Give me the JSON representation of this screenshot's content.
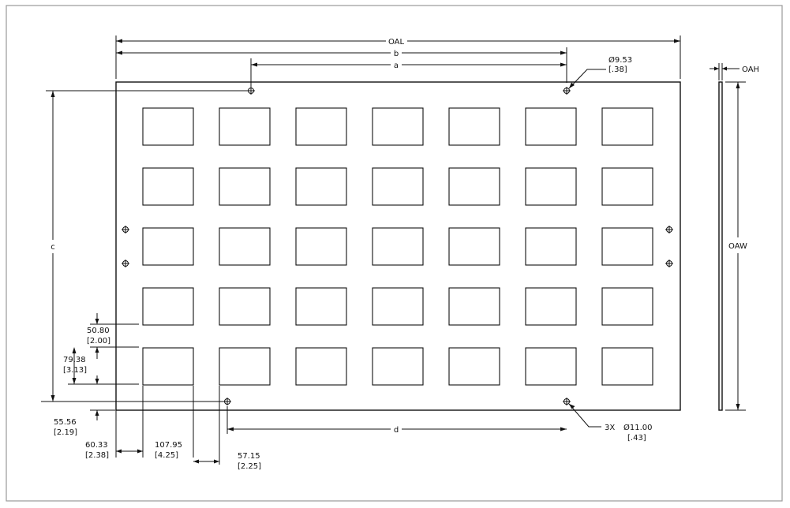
{
  "drawing": {
    "panel": {
      "rows": 5,
      "columns": 7
    },
    "labels": {
      "oal": "OAL",
      "b": "b",
      "a": "a",
      "c": "c",
      "d": "d",
      "oah": "OAH",
      "oaw": "OAW"
    },
    "callouts": {
      "top_hole_mm": "Ø9.53",
      "top_hole_in": "[.38]",
      "bottom_hole_qty": "3X",
      "bottom_hole_mm": "Ø11.00",
      "bottom_hole_in": "[.43]"
    },
    "dimensions": {
      "gap_v_mm": "50.80",
      "gap_v_in": "[2.00]",
      "cut_h_mm": "79.38",
      "cut_h_in": "[3.13]",
      "bottom_margin_mm": "55.56",
      "bottom_margin_in": "[2.19]",
      "left_margin_mm": "60.33",
      "left_margin_in": "[2.38]",
      "cut_w_mm": "107.95",
      "cut_w_in": "[4.25]",
      "gap_h_mm": "57.15",
      "gap_h_in": "[2.25]"
    }
  }
}
